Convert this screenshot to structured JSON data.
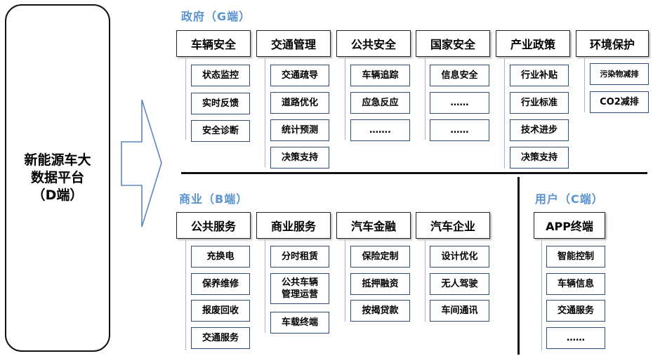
{
  "platform": {
    "label": "新能源车大\n数据平台\n（D端）"
  },
  "government": {
    "title": "政府（G端）",
    "categories": [
      {
        "label": "车辆安全",
        "items": [
          "状态监控",
          "实时反馈",
          "安全诊断"
        ]
      },
      {
        "label": "交通管理",
        "items": [
          "交通疏导",
          "道路优化",
          "统计预测",
          "决策支持"
        ]
      },
      {
        "label": "公共安全",
        "items": [
          "车辆追踪",
          "应急反应",
          "……."
        ]
      },
      {
        "label": "国家安全",
        "items": [
          "信息安全",
          "……",
          "……"
        ]
      },
      {
        "label": "产业政策",
        "items": [
          "行业补贴",
          "行业标准",
          "技术进步",
          "决策支持"
        ]
      },
      {
        "label": "环境保护",
        "items": [
          "污染物减排",
          "CO2减排"
        ]
      }
    ]
  },
  "business": {
    "title": "商业（B端）",
    "categories": [
      {
        "label": "公共服务",
        "items": [
          "充换电",
          "保养维修",
          "报废回收",
          "交通服务"
        ]
      },
      {
        "label": "商业服务",
        "items": [
          "分时租赁",
          "公共车辆\n管理运营",
          "车载终端"
        ]
      },
      {
        "label": "汽车金融",
        "items": [
          "保险定制",
          "抵押融资",
          "按揭贷款"
        ]
      },
      {
        "label": "汽车企业",
        "items": [
          "设计优化",
          "无人驾驶",
          "车间通讯"
        ]
      }
    ]
  },
  "user": {
    "title": "用户（C端）",
    "categories": [
      {
        "label": "APP终端",
        "items": [
          "智能控制",
          "车辆信息",
          "交通服务",
          "……"
        ]
      }
    ]
  }
}
